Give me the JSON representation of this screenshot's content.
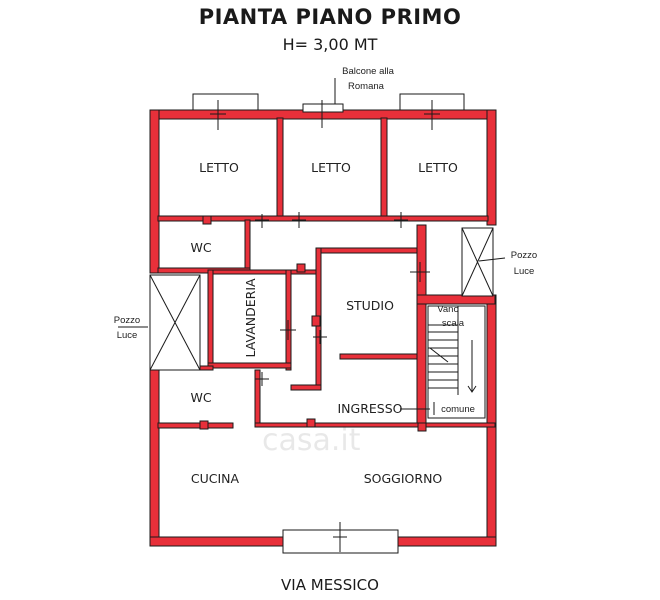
{
  "plan": {
    "title": "PIANTA PIANO PRIMO",
    "height": "H= 3,00 MT",
    "street": "VIA MESSICO",
    "watermark": "casa.it"
  },
  "rooms": {
    "letto_1": "LETTO",
    "letto_2": "LETTO",
    "letto_3": "LETTO",
    "wc_top": "WC",
    "wc_bottom": "WC",
    "lavanderia": "LAVANDERIA",
    "studio": "STUDIO",
    "ingresso": "INGRESSO",
    "cucina": "CUCINA",
    "soggiorno": "SOGGIORNO"
  },
  "annotations": {
    "balcone_line1": "Balcone alla",
    "balcone_line2": "Romana",
    "pozzo_right_1": "Pozzo",
    "pozzo_right_2": "Luce",
    "pozzo_left_1": "Pozzo",
    "pozzo_left_2": "Luce",
    "vano_1": "Vano",
    "vano_2": "scala",
    "comune": "comune"
  },
  "colors": {
    "wall_fill": "#e8303a",
    "wall_outline": "#1a1a1a"
  }
}
